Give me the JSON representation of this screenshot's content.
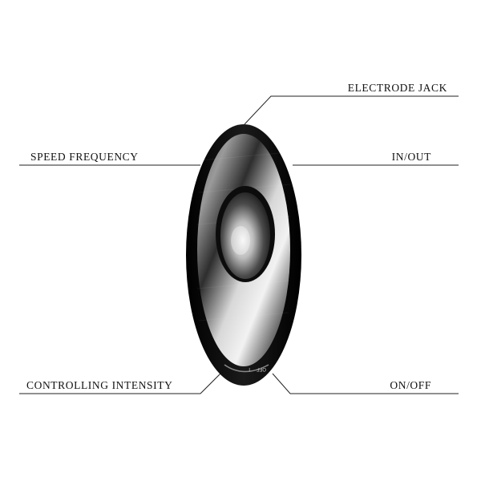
{
  "labels": {
    "electrode_jack": "ELECTRODE JACK",
    "speed_frequency": "SPEED FREQUENCY",
    "in_out": "IN/OUT",
    "controlling_intensity": "CONTROLLING INTENSITY",
    "on_off": "ON/OFF"
  },
  "device": {
    "switch_marks": [
      "I",
      "OFF"
    ]
  },
  "colors": {
    "body": "#0a0a0a",
    "metal_light": "#e8e8e8",
    "metal_dark": "#3a3a3a",
    "leader_line": "#222222"
  }
}
